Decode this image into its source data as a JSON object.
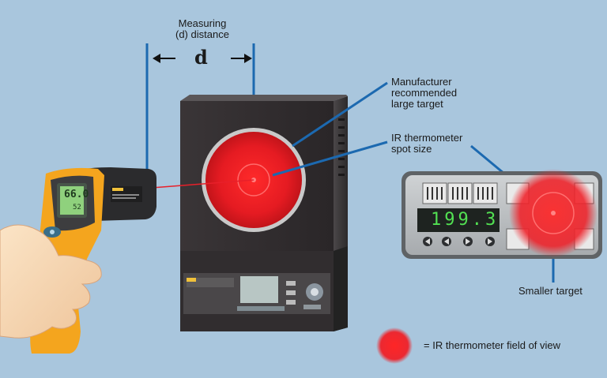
{
  "labels": {
    "measuring_distance": "Measuring\n(d) distance",
    "d": "d",
    "large_target": "Manufacturer\nrecommended\nlarge target",
    "spot_size": "IR thermometer\nspot size",
    "smaller_target": "Smaller target",
    "legend": "= IR thermometer field of view"
  },
  "devices": {
    "thermometer_reading_main": "66.0",
    "thermometer_reading_sub": "52",
    "controller_display": "199.3"
  },
  "colors": {
    "background": "#a9c6dd",
    "callout": "#1c69b0",
    "ir_red": "#e8202a",
    "thermometer_body": "#f3a51c",
    "lcd_green": "#52e052"
  },
  "icons": {
    "arrow_left": "arrow-left-icon",
    "arrow_right": "arrow-right-icon"
  }
}
